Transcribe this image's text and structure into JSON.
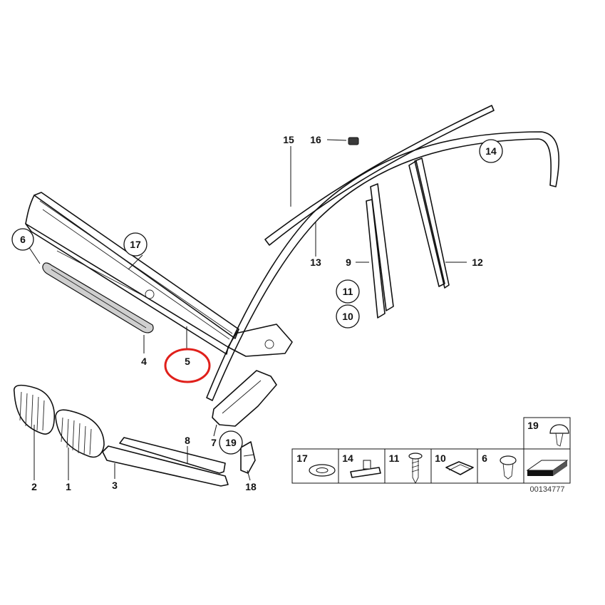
{
  "diagram": {
    "catalog_number": "00134777",
    "callouts": [
      {
        "id": "c1",
        "label": "1"
      },
      {
        "id": "c2",
        "label": "2"
      },
      {
        "id": "c3",
        "label": "3"
      },
      {
        "id": "c4",
        "label": "4"
      },
      {
        "id": "c5",
        "label": "5"
      },
      {
        "id": "c6",
        "label": "6"
      },
      {
        "id": "c7",
        "label": "7"
      },
      {
        "id": "c8",
        "label": "8"
      },
      {
        "id": "c9",
        "label": "9"
      },
      {
        "id": "c10",
        "label": "10"
      },
      {
        "id": "c11",
        "label": "11"
      },
      {
        "id": "c12",
        "label": "12"
      },
      {
        "id": "c13",
        "label": "13"
      },
      {
        "id": "c14",
        "label": "14"
      },
      {
        "id": "c15",
        "label": "15"
      },
      {
        "id": "c16",
        "label": "16"
      },
      {
        "id": "c17",
        "label": "17"
      },
      {
        "id": "c18",
        "label": "18"
      },
      {
        "id": "c19",
        "label": "19"
      }
    ],
    "legend": [
      {
        "label": "17"
      },
      {
        "label": "14"
      },
      {
        "label": "11"
      },
      {
        "label": "10"
      },
      {
        "label": "6"
      },
      {
        "label": "19"
      }
    ],
    "highlight_color": "#e0201b"
  }
}
